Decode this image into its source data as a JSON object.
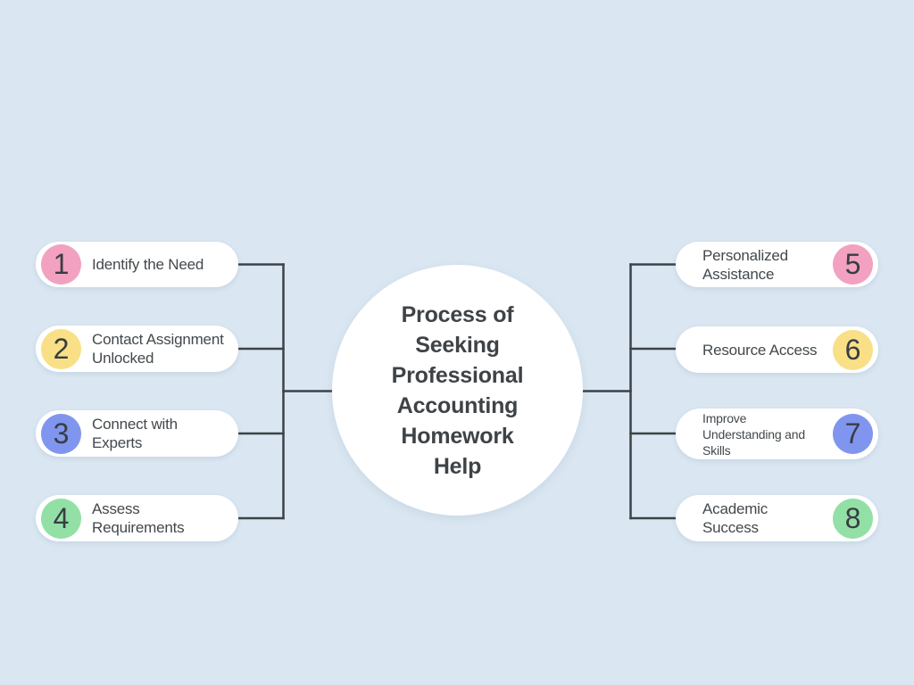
{
  "diagram": {
    "title": "Process of\nSeeking\nProfessional\nAccounting\nHomework\nHelp",
    "left_items": [
      {
        "number": "1",
        "label": "Identify the Need",
        "color": "#F2A2C0"
      },
      {
        "number": "2",
        "label": "Contact Assignment\nUnlocked",
        "color": "#F9E086"
      },
      {
        "number": "3",
        "label": "Connect with\nExperts",
        "color": "#8096EE"
      },
      {
        "number": "4",
        "label": "Assess\nRequirements",
        "color": "#92E0A6"
      }
    ],
    "right_items": [
      {
        "number": "5",
        "label": "Personalized\nAssistance",
        "color": "#F2A2C0"
      },
      {
        "number": "6",
        "label": "Resource Access",
        "color": "#F9E086"
      },
      {
        "number": "7",
        "label": "Improve\nUnderstanding and\nSkills",
        "color": "#8096EE"
      },
      {
        "number": "8",
        "label": "Academic\nSuccess",
        "color": "#92E0A6"
      }
    ],
    "colors": {
      "background": "#DAE7F2",
      "node_background": "#FFFFFF",
      "connector_line": "#3C4247",
      "text": "#43484C"
    }
  }
}
